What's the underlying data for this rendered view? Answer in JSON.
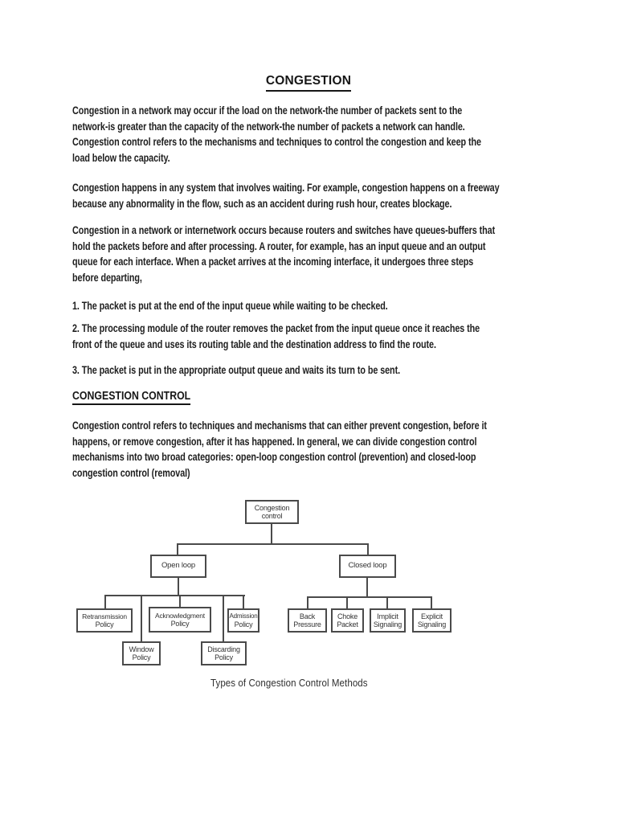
{
  "doc": {
    "title": "CONGESTION",
    "p1": {
      "lines": [
        "Congestion in a network may occur if the load on the network-the number of packets sent to the",
        "network-is greater than the capacity of the network-the number of packets a network can handle.",
        "Congestion control refers to the mechanisms and techniques to control the congestion and keep the",
        "load below the capacity."
      ]
    },
    "p2": {
      "lines": [
        "Congestion happens in any system that involves waiting. For example, congestion happens on a freeway",
        "because any abnormality in the flow, such as an accident during rush hour, creates blockage."
      ]
    },
    "p3": {
      "lines": [
        "Congestion in a network or internetwork occurs because routers and switches have queues-buffers that",
        "hold the packets before and after processing. A router, for example, has an input queue and an output",
        "queue for each interface. When a packet arrives at the incoming interface, it undergoes three steps",
        "before departing,"
      ]
    },
    "item1": "1. The packet is put at the end of the input queue while waiting to be checked.",
    "item2": {
      "lines": [
        "2. The processing module of the router removes the packet from the input queue once it reaches the",
        "front of the queue and uses its routing table and the destination address to find the route."
      ]
    },
    "item3": "3. The packet is put in the appropriate output queue and waits its turn to be sent.",
    "section_heading": "CONGESTION CONTROL",
    "p4": {
      "lines": [
        "Congestion control refers to techniques and mechanisms that can either prevent congestion, before it",
        "happens, or remove congestion, after it has happened. In general, we can divide congestion control",
        "mechanisms into two broad categories: open-loop congestion control (prevention) and closed-loop",
        "congestion control (removal)"
      ]
    }
  },
  "diagram": {
    "caption": "Types of Congestion Control Methods",
    "nodes": {
      "congestion_control": {
        "l1": "Congestion",
        "l2": "control"
      },
      "open_loop": {
        "l1": "Open loop"
      },
      "closed_loop": {
        "l1": "Closed loop"
      },
      "retransmission": {
        "l1": "Retransmission",
        "l2": "Policy"
      },
      "acknowledgment": {
        "l1": "Acknowledgment",
        "l2": "Policy"
      },
      "admission": {
        "l1": "Admission",
        "l2": "Policy"
      },
      "window": {
        "l1": "Window",
        "l2": "Policy"
      },
      "discarding": {
        "l1": "Discarding",
        "l2": "Policy"
      },
      "back_pressure": {
        "l1": "Back",
        "l2": "Pressure"
      },
      "choke_packet": {
        "l1": "Choke",
        "l2": "Packet"
      },
      "implicit_signaling": {
        "l1": "Implicit",
        "l2": "Signaling"
      },
      "explicit_signaling": {
        "l1": "Explicit",
        "l2": "Signaling"
      }
    }
  },
  "colors": {
    "page_background": "#ffffff",
    "text": "#1e1e1e",
    "diagram_line": "#4a4a4a"
  }
}
